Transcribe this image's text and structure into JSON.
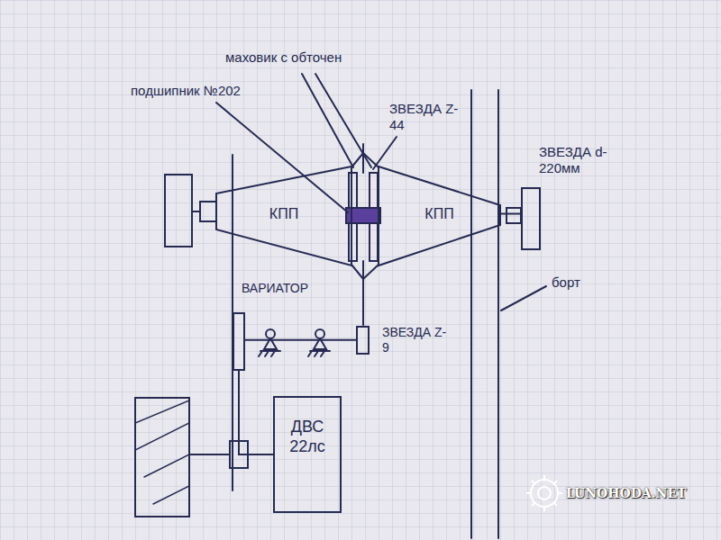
{
  "diagram": {
    "nodes": [
      {
        "text": [
          "КПП"
        ]
      },
      {
        "text": [
          "КПП"
        ]
      },
      {
        "text": [
          "ЗВЕЗДА d-220мм"
        ]
      },
      {
        "text": [
          "ВАРИАТОР"
        ]
      },
      {
        "text": [
          "ЗВЕЗДА Z-9"
        ]
      },
      {
        "text": [
          "ДВС 22лс"
        ]
      }
    ],
    "edges": [
      {
        "from": 1,
        "to": 2,
        "arrow": "none"
      },
      {
        "from": 3,
        "to": 4,
        "arrow": "none"
      },
      {
        "from": 5,
        "to": 3,
        "arrow": "none"
      }
    ],
    "labels": [
      "маховик с обточен",
      "подшипник №202",
      "ЗВЕЗДА Z-44",
      "борт",
      "LUNOHODA.NET"
    ]
  }
}
